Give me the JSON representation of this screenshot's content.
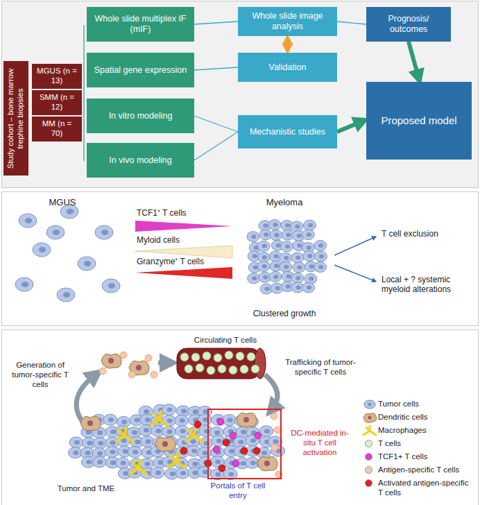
{
  "diagram": {
    "nodes": [
      {
        "text": [
          "Study cohort – bone marrow trephine biopsies"
        ]
      },
      {
        "text": [
          "MGUS (n = 13)"
        ]
      },
      {
        "text": [
          "SMM (n = 12)"
        ]
      },
      {
        "text": [
          "MM (n = 70)"
        ]
      },
      {
        "text": [
          "Whole slide multiplex IF (mIF)"
        ]
      },
      {
        "text": [
          "Spatial gene expression"
        ]
      },
      {
        "text": [
          "In vitro modeling"
        ]
      },
      {
        "text": [
          "In vivo modeling"
        ]
      },
      {
        "text": [
          "Whole slide image analysis"
        ]
      },
      {
        "text": [
          "Validation"
        ]
      },
      {
        "text": [
          "Mechanistic studies"
        ]
      },
      {
        "text": [
          "Prognosis/ outcomes"
        ]
      },
      {
        "text": [
          "Proposed model"
        ]
      }
    ],
    "edges": [
      {
        "from": 4,
        "to": 8,
        "arrow": "none"
      },
      {
        "from": 8,
        "to": 11,
        "arrow": "none"
      },
      {
        "from": 8,
        "to": 9,
        "arrow": "both"
      },
      {
        "from": 5,
        "to": 9,
        "arrow": "none"
      },
      {
        "from": 6,
        "to": 10,
        "arrow": "none"
      },
      {
        "from": 7,
        "to": 10,
        "arrow": "none"
      },
      {
        "from": 10,
        "to": 12,
        "arrow": "to"
      },
      {
        "from": 11,
        "to": 12,
        "arrow": "to"
      }
    ],
    "labels": [
      "MGUS",
      "Myeloma",
      "TCF1⁺ T cells",
      "Myloid cells",
      "Granzyme⁺ T cells",
      "Clustered growth",
      "T cell exclusion",
      "Local + ? systemic myeloid alterations",
      "Circulating T cells",
      "Generation of tumor-specific T cells",
      "Trafficking of tumor-specific T cells",
      "Tumor and TME",
      "DC-mediated in-situ T cell activation",
      "Portals of T cell entry"
    ],
    "legend": [
      {
        "text": "Tumor cells"
      },
      {
        "text": "Dendritic cells"
      },
      {
        "text": "Macrophages"
      },
      {
        "text": "T cells",
        "color": "#d8f0c8"
      },
      {
        "text": "TCF1+ T cells",
        "color": "#e040d0"
      },
      {
        "text": "Antigen-specific T cells",
        "color": "#f8c8a8"
      },
      {
        "text": "Activated antigen-specific T cells",
        "color": "#e02020"
      }
    ]
  }
}
